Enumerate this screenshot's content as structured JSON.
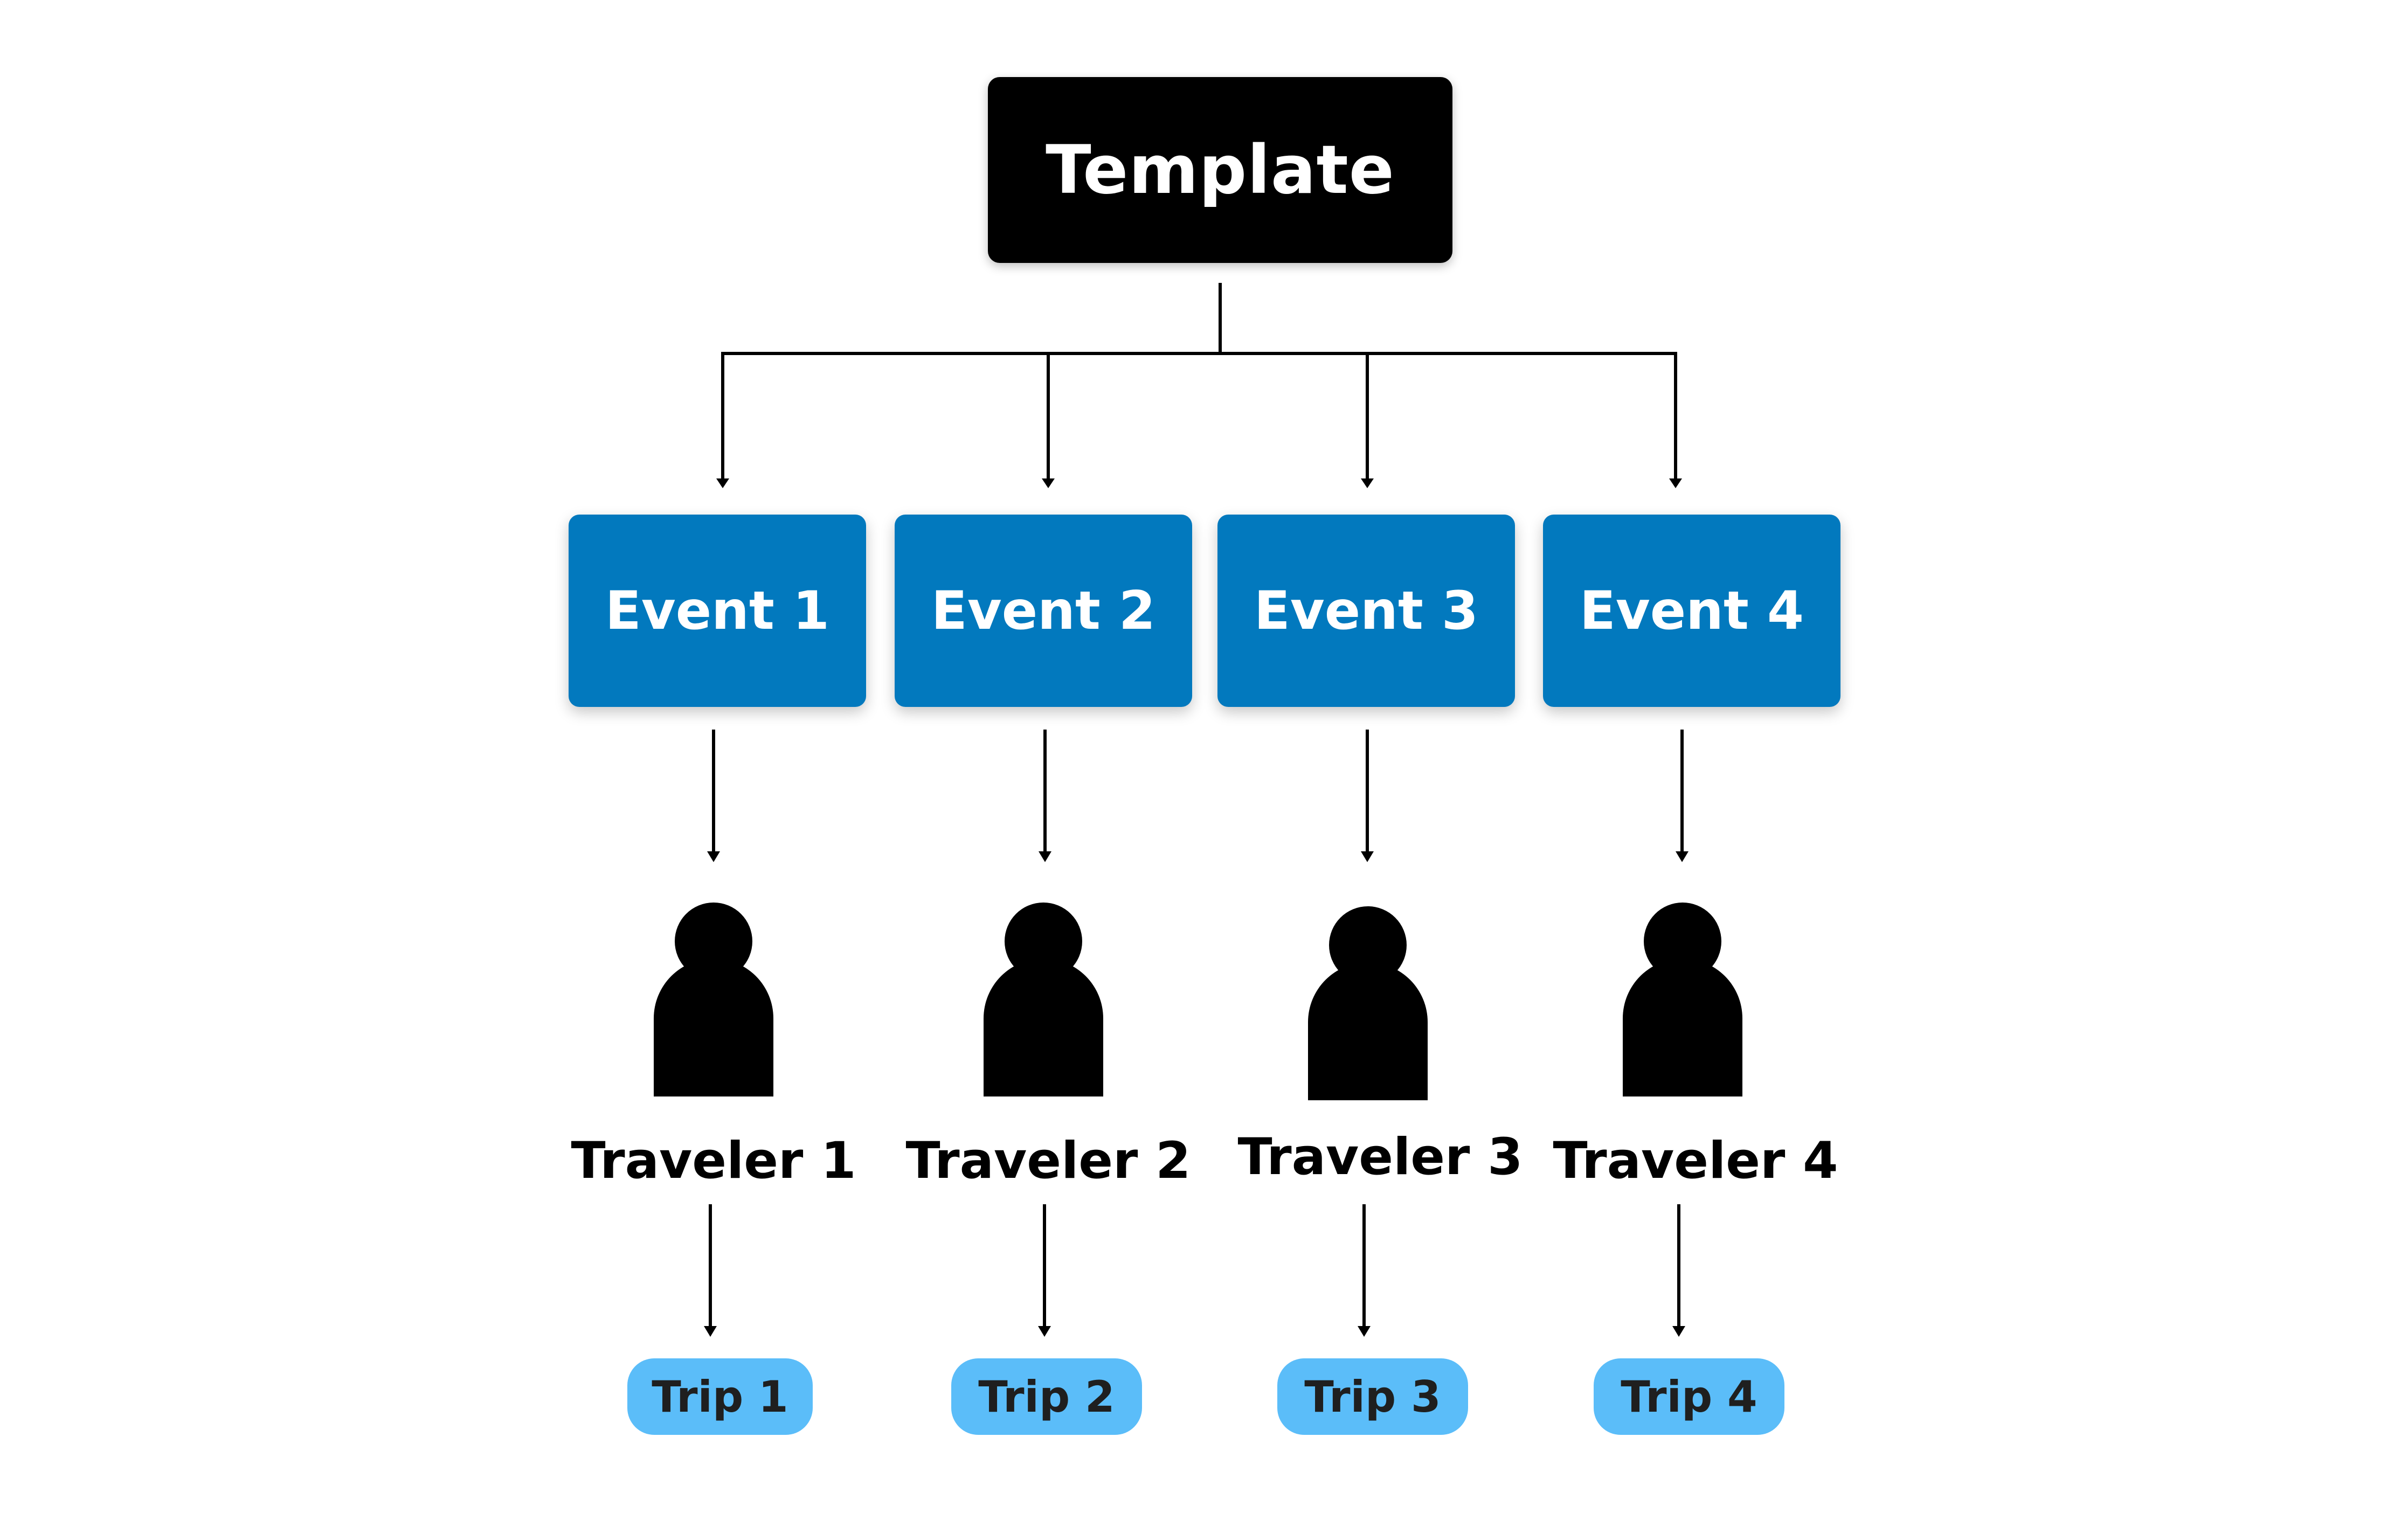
{
  "template": {
    "label": "Template"
  },
  "events": [
    {
      "label": "Event 1"
    },
    {
      "label": "Event 2"
    },
    {
      "label": "Event 3"
    },
    {
      "label": "Event 4"
    }
  ],
  "travelers": [
    {
      "label": "Traveler 1",
      "icon": "person-icon"
    },
    {
      "label": "Traveler 2",
      "icon": "person-icon"
    },
    {
      "label": "Traveler 3",
      "icon": "person-icon"
    },
    {
      "label": "Traveler 4",
      "icon": "person-icon"
    }
  ],
  "trips": [
    {
      "label": "Trip 1"
    },
    {
      "label": "Trip 2"
    },
    {
      "label": "Trip 3"
    },
    {
      "label": "Trip 4"
    }
  ],
  "colors": {
    "template_bg": "#000000",
    "event_bg": "#0279be",
    "trip_bg": "#5bbdf9",
    "text_light": "#ffffff",
    "text_dark": "#000000"
  }
}
